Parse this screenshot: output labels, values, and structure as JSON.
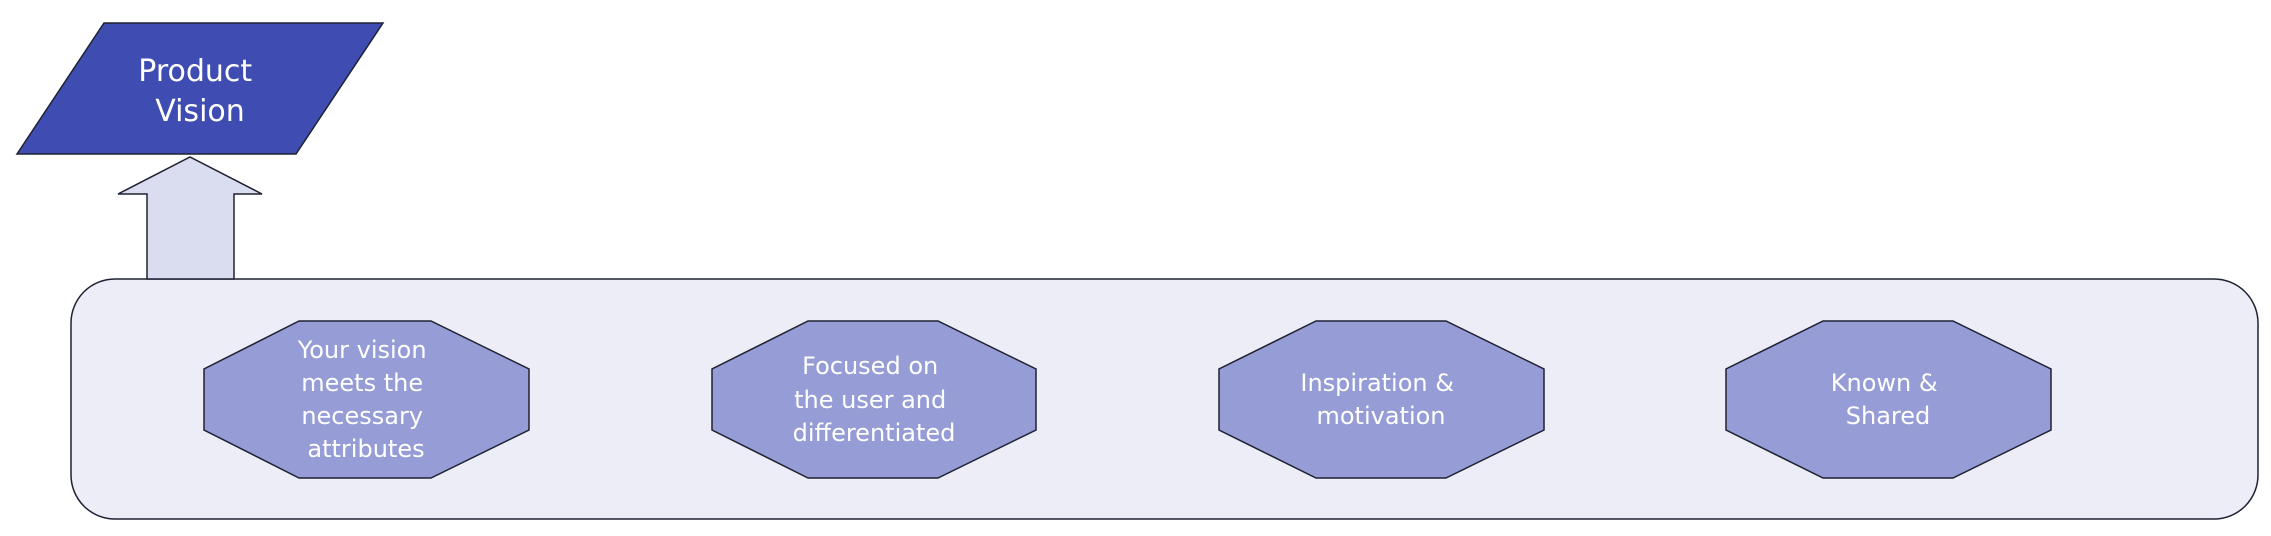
{
  "colors": {
    "vision_fill": "#3f4db3",
    "arrow_fill": "#dadcf0",
    "container_fill": "#ecedf6",
    "octagon_fill": "#969cd5",
    "stroke": "#1f2233",
    "text": "#ffffff"
  },
  "vision": {
    "lines": [
      "Product",
      "Vision"
    ]
  },
  "attributes": [
    {
      "lines": [
        "Your vision",
        "meets the",
        "necessary",
        "attributes"
      ]
    },
    {
      "lines": [
        "Focused on",
        "the user and",
        "differentiated"
      ]
    },
    {
      "lines": [
        "Inspiration &",
        "motivation"
      ]
    },
    {
      "lines": [
        "Known &",
        "Shared"
      ]
    }
  ]
}
